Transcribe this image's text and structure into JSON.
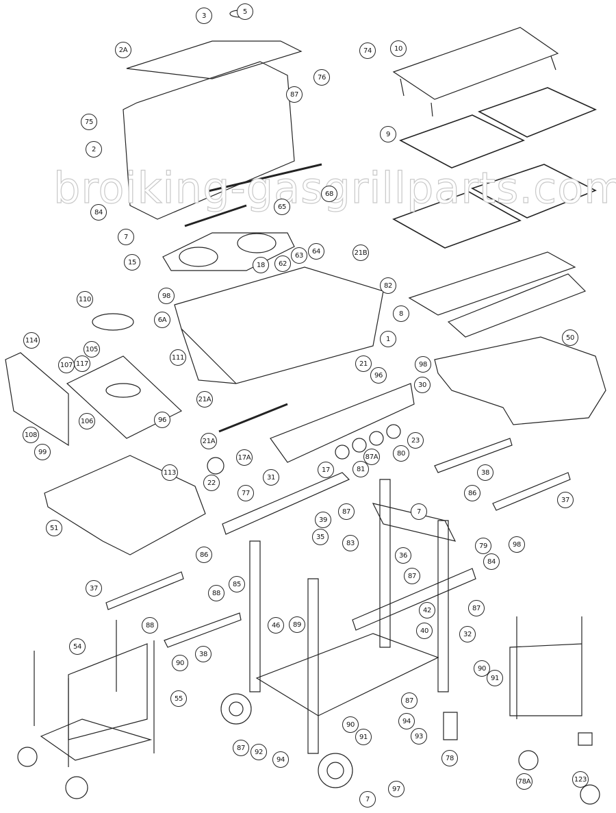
{
  "title": "Exploded parts diagram - gas grill",
  "watermark": "broiking-gasgrillparts.com",
  "callouts": [
    "5",
    "3",
    "2A",
    "74",
    "76",
    "87",
    "10",
    "9",
    "75",
    "2",
    "68",
    "65",
    "84",
    "7",
    "15",
    "18",
    "62",
    "63",
    "64",
    "21B",
    "82",
    "98",
    "110",
    "8",
    "6A",
    "1",
    "50",
    "114",
    "105",
    "117",
    "107",
    "111",
    "98",
    "96",
    "30",
    "21",
    "21A",
    "96",
    "106",
    "108",
    "99",
    "21A",
    "23",
    "87A",
    "80",
    "17A",
    "113",
    "31",
    "22",
    "77",
    "17",
    "81",
    "38",
    "51",
    "39",
    "87",
    "86",
    "7",
    "37",
    "35",
    "98",
    "79",
    "83",
    "84",
    "86",
    "36",
    "87",
    "85",
    "88",
    "46",
    "89",
    "42",
    "87",
    "37",
    "88",
    "40",
    "32",
    "54",
    "38",
    "90",
    "55",
    "90",
    "91",
    "87",
    "94",
    "93",
    "90",
    "92",
    "87",
    "91",
    "94",
    "78",
    "78A",
    "123",
    "97",
    "7"
  ]
}
